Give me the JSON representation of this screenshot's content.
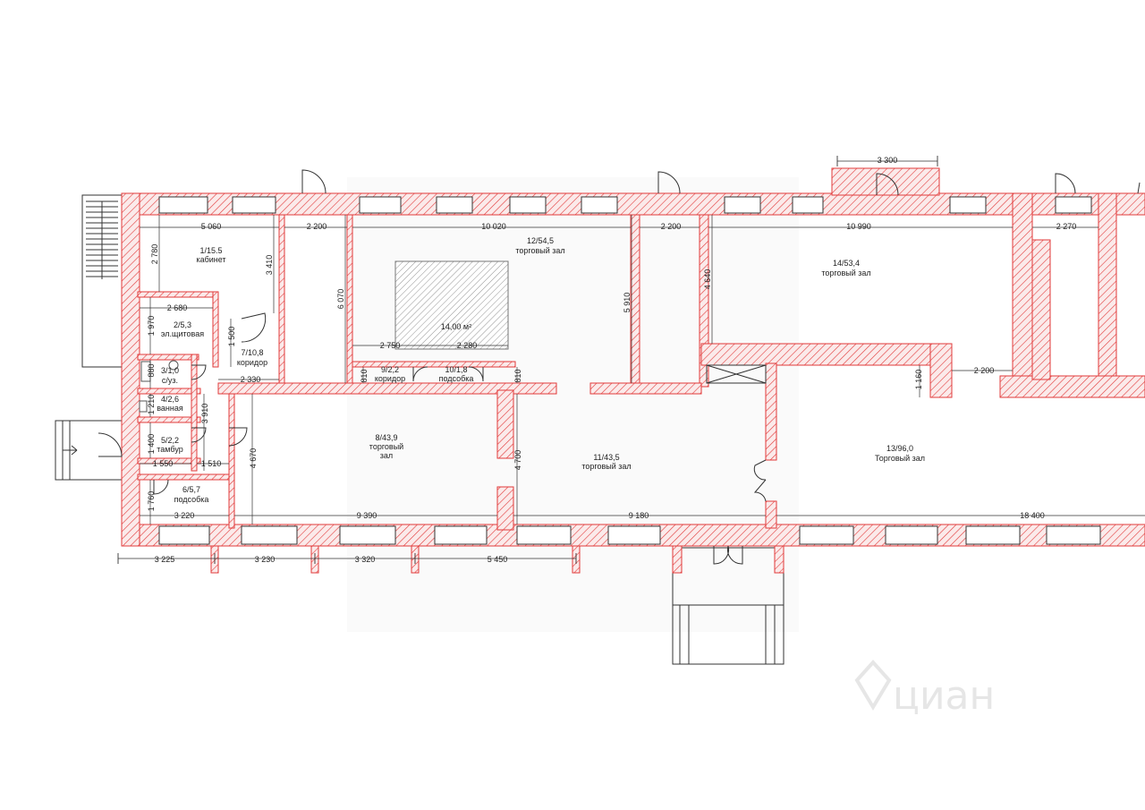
{
  "rooms": [
    {
      "id": "r1",
      "number": "1/15.5",
      "name": "кабинет"
    },
    {
      "id": "r2",
      "number": "2/5,3",
      "name": "эл.щитовая"
    },
    {
      "id": "r3",
      "number": "3/1,0",
      "name": "с/уз."
    },
    {
      "id": "r4",
      "number": "4/2,6",
      "name": "ванная"
    },
    {
      "id": "r5",
      "number": "5/2,2",
      "name": "тамбур"
    },
    {
      "id": "r6",
      "number": "6/5,7",
      "name": "подсобка"
    },
    {
      "id": "r7",
      "number": "7/10,8",
      "name": "коридор"
    },
    {
      "id": "r8",
      "number": "8/43,9",
      "name": "торговый",
      "name2": "зал"
    },
    {
      "id": "r9",
      "number": "9/2,2",
      "name": "коридор"
    },
    {
      "id": "r10",
      "number": "10/1,8",
      "name": "подсобка"
    },
    {
      "id": "r11",
      "number": "11/43,5",
      "name": "торговый зал"
    },
    {
      "id": "r12",
      "number": "12/54,5",
      "name": "торговый зал"
    },
    {
      "id": "r13",
      "number": "13/96,0",
      "name": "Торговый зал"
    },
    {
      "id": "r14",
      "number": "14/53,4",
      "name": "торговый зал"
    }
  ],
  "area_label": "14,00 м²",
  "dimensions": {
    "top_5060": "5 060",
    "top_2200a": "2 200",
    "top_10020": "10 020",
    "top_2200b": "2 200",
    "top_10990": "10 990",
    "top_2270": "2 270",
    "top_3300": "3 300",
    "v_2780": "2 780",
    "v_3410": "3 410",
    "v_6070": "6 070",
    "v_5910": "5 910",
    "v_4640": "4 640",
    "v_1160": "1 160",
    "h_2680": "2 680",
    "v_1970": "1 970",
    "v_1500": "1 500",
    "h_2750": "2 750",
    "h_2280": "2 280",
    "v_810a": "810",
    "v_810b": "810",
    "h_2330": "2 330",
    "h_2200c": "2 200",
    "v_880": "880",
    "v_1210": "1 210",
    "v_3910": "3 910",
    "v_1400": "1 400",
    "h_1550": "1 550",
    "h_1510": "1 510",
    "v_4670": "4 670",
    "v_4700": "4 700",
    "v_1760": "1 760",
    "h_3220": "3 220",
    "h_9390": "9 390",
    "h_9180": "9 180",
    "h_18400": "18 400",
    "b_3225": "3 225",
    "b_3230": "3 230",
    "b_3320": "3 320",
    "b_5450": "5 450"
  },
  "watermark": "циан",
  "colors": {
    "wall": "#e23b3b",
    "wall_fill": "#fbeaea",
    "line": "#333333",
    "hatch": "#777777"
  }
}
